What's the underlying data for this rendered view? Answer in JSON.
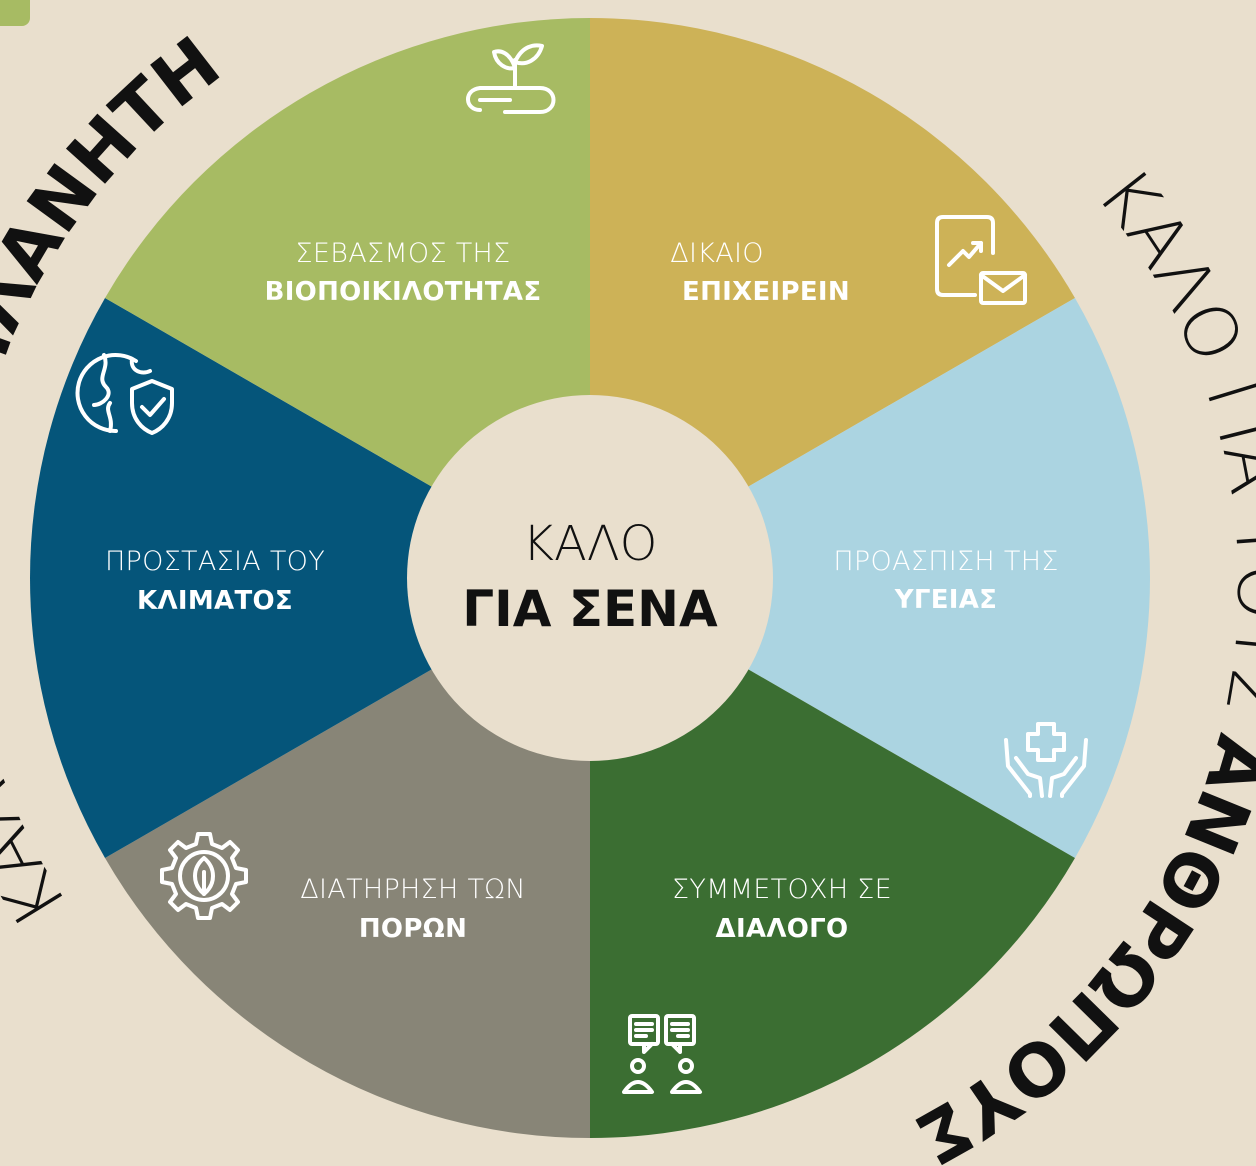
{
  "center": {
    "line1": "ΚΑΛΟ",
    "line2": "ΓΙΑ ΣΕΝΑ",
    "color": "#e9dfcd"
  },
  "outer_arcs": {
    "left": {
      "light": "ΚΑΛΟ ΓΙΑ ΤΟΝ",
      "bold": "ΠΛΑΝΗΤΗ"
    },
    "right": {
      "light": "ΚΑΛΟ ΓΙΑ ΤΟΥΣ",
      "bold": "ΑΝΘΡΩΠΟΥΣ"
    }
  },
  "segments": [
    {
      "id": "fair-business",
      "line1": "ΔΙΚΑΙΟ",
      "line2": "ΕΠΙΧΕΙΡΕΙΝ",
      "color": "#cdb257",
      "icon": "chart-mail-icon"
    },
    {
      "id": "health",
      "line1": "ΠΡΟΑΣΠΙΣΗ ΤΗΣ",
      "line2": "ΥΓΕΙΑΣ",
      "color": "#abd4e1",
      "icon": "hands-cross-icon"
    },
    {
      "id": "dialogue",
      "line1": "ΣΥΜΜΕΤΟΧΗ ΣΕ",
      "line2": "ΔΙΑΛΟΓΟ",
      "color": "#3b6e32",
      "icon": "chat-people-icon"
    },
    {
      "id": "resources",
      "line1": "ΔΙΑΤΗΡΗΣΗ ΤΩΝ",
      "line2": "ΠΟΡΩΝ",
      "color": "#888577",
      "icon": "gear-leaf-icon"
    },
    {
      "id": "climate",
      "line1": "ΠΡΟΣΤΑΣΙΑ ΤΟΥ",
      "line2": "ΚΛΙΜΑΤΟΣ",
      "color": "#05557a",
      "icon": "globe-shield-icon"
    },
    {
      "id": "biodiversity",
      "line1": "ΣΕΒΑΣΜΟΣ ΤΗΣ",
      "line2": "ΒΙΟΠΟΙΚΙΛΟΤΗΤΑΣ",
      "color": "#a7bb63",
      "icon": "sprout-icon"
    }
  ]
}
